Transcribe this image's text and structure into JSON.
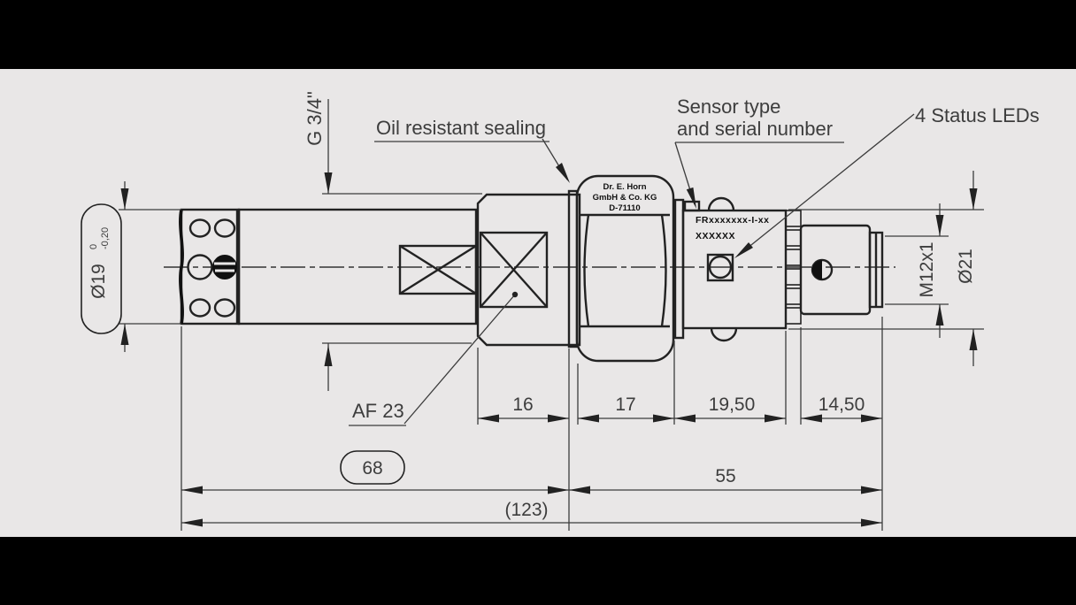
{
  "drawing": {
    "title_labels": {
      "oil_sealing": "Oil resistant sealing",
      "sensor_type_line1": "Sensor type",
      "sensor_type_line2": "and serial number",
      "status_leds": "4 Status LEDs",
      "wrench_size": "AF 23",
      "pipe_thread": "G 3/4\"",
      "connector_thread": "M12x1",
      "connector_dia": "Ø21",
      "shaft_dia": "Ø19",
      "shaft_dia_tol_upper": "0",
      "shaft_dia_tol_lower": "-0,20"
    },
    "dimensions": {
      "fitting_length": "16",
      "hex_length": "17",
      "housing_length": "19,50",
      "connector_length": "14,50",
      "probe_length": "68",
      "body_length": "55",
      "total_length": "(123)"
    },
    "part_markings": {
      "maker_line1": "Dr. E. Horn",
      "maker_line2": "GmbH & Co. KG",
      "maker_line3": "D-71110",
      "type_code": "FRxxxxxxx-I-xx",
      "serial_code": "XXXXXX"
    },
    "colors": {
      "paper": "#e9e7e7",
      "letterbox": "#000000",
      "line": "#222222",
      "dim_line": "#3c3c3c",
      "text": "#3d3d3d"
    }
  }
}
